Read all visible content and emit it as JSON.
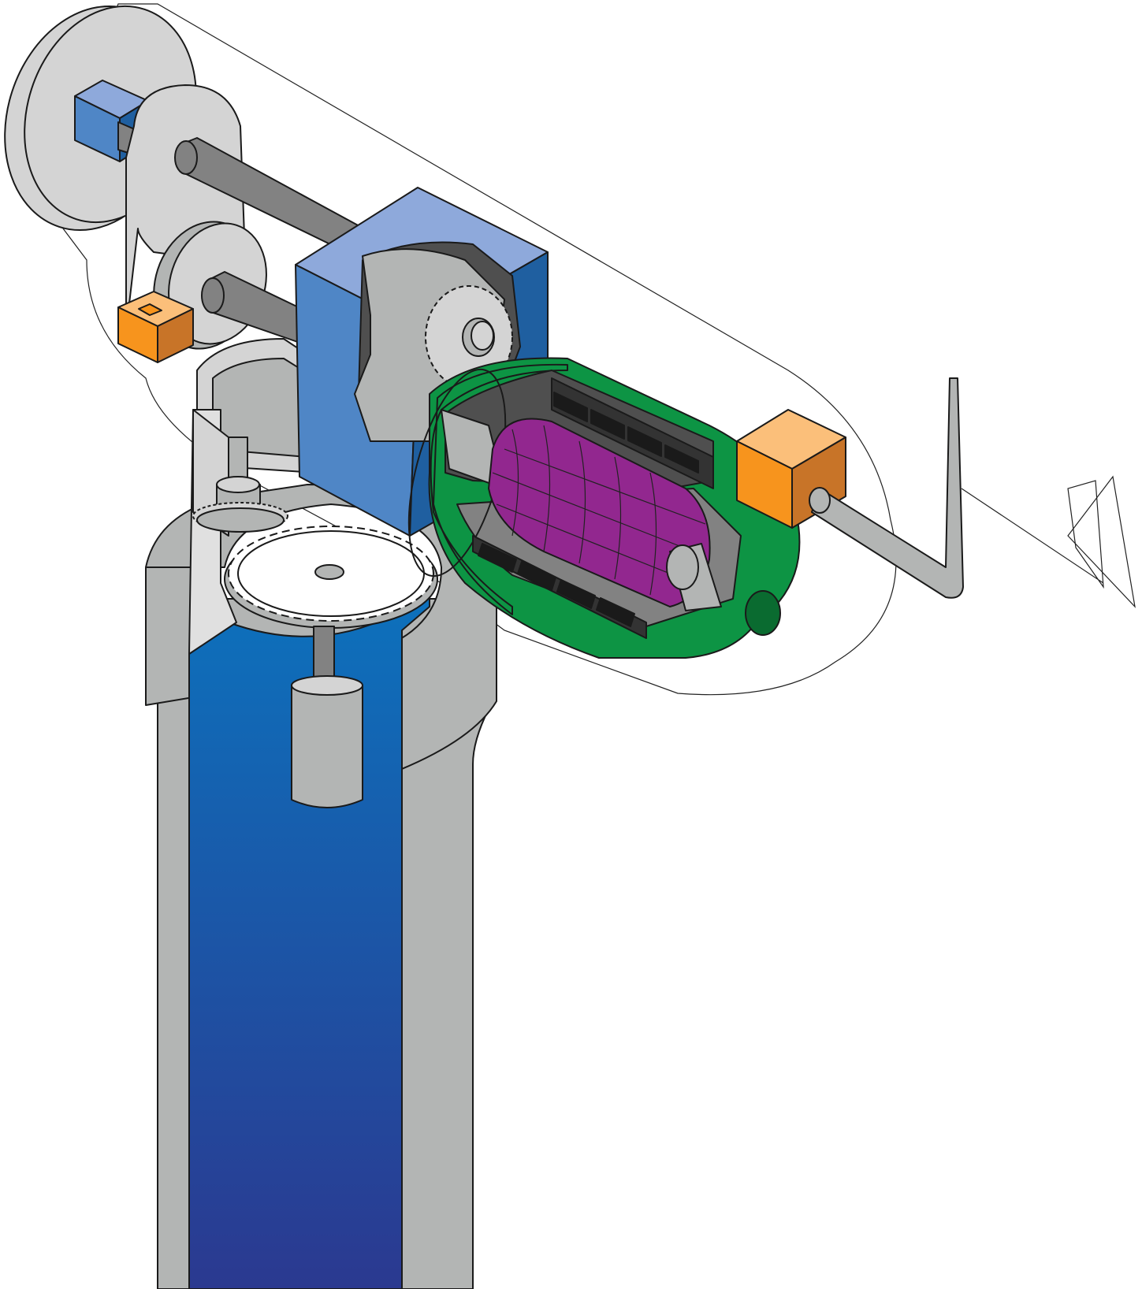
{
  "diagram": {
    "kind": "cutaway-illustration",
    "labels": [],
    "colors": {
      "housing_gray": "#b3b5b4",
      "light_gray": "#d4d4d4",
      "shaft_gray": "#828282",
      "dark_gray": "#4f4f4f",
      "gearbox_blue": "#4f86c6",
      "gearbox_blue_top": "#8ea9db",
      "gearbox_blue_side": "#1f5fa0",
      "tube_blue_top": "#0c72bd",
      "tube_blue_bottom": "#2b3990",
      "motor_green": "#0d9444",
      "motor_green_dark": "#0a6b30",
      "rotor_purple": "#92278f",
      "bearing_orange": "#f7941d",
      "bearing_orange_top": "#fbbf7a",
      "bearing_orange_side": "#c87428",
      "magnet_black": "#1a1a1a"
    },
    "parts": [
      "outer-shell",
      "end-disc",
      "bearing-block",
      "drive-shaft",
      "gearbox-housing",
      "pinion-gear",
      "motor-can",
      "stator-magnet",
      "rotor",
      "output-shaft",
      "crank-handle",
      "spur-gear",
      "vertical-tube",
      "bushing"
    ],
    "stator_slots": 4,
    "rotor_segments": 8
  }
}
